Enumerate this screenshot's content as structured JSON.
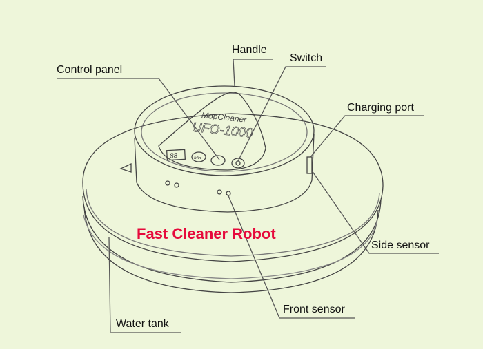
{
  "title": "Fast Cleaner Robot",
  "device": {
    "brand": "MopCleaner",
    "model": "UFO-1000",
    "display": "88",
    "button_mr": "MR"
  },
  "labels": {
    "handle": "Handle",
    "switch": "Switch",
    "control_panel": "Control panel",
    "charging_port": "Charging port",
    "side_sensor": "Side sensor",
    "front_sensor": "Front sensor",
    "water_tank": "Water tank"
  },
  "colors": {
    "background": "#eef6da",
    "title": "#e60a3c",
    "line": "#555555"
  }
}
